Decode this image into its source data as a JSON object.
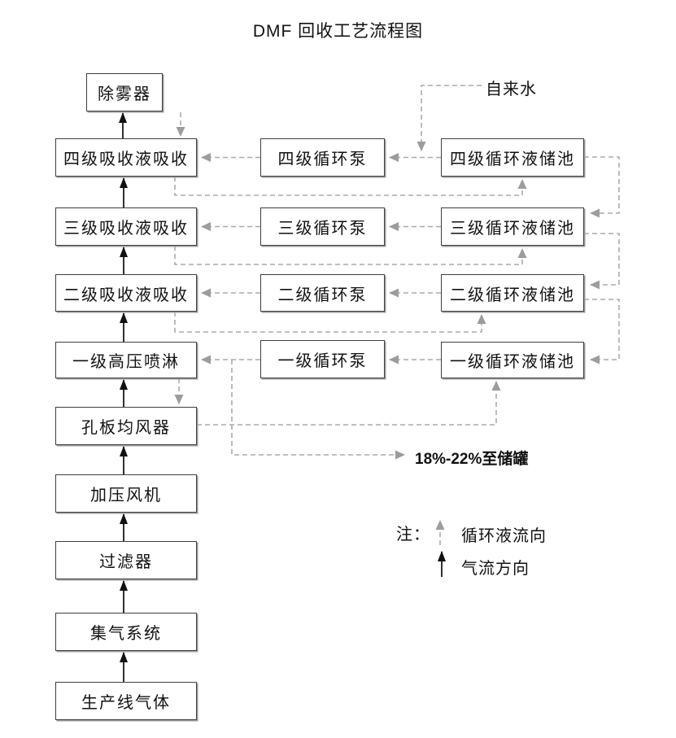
{
  "title": "DMF 回收工艺流程图",
  "nodes": {
    "main": [
      {
        "id": "demister",
        "label": "除雾器"
      },
      {
        "id": "absorber4",
        "label": "四级吸收液吸收"
      },
      {
        "id": "absorber3",
        "label": "三级吸收液吸收"
      },
      {
        "id": "absorber2",
        "label": "二级吸收液吸收"
      },
      {
        "id": "spray1",
        "label": "一级高压喷淋"
      },
      {
        "id": "orifice",
        "label": "孔板均风器"
      },
      {
        "id": "fan",
        "label": "加压风机"
      },
      {
        "id": "filter",
        "label": "过滤器"
      },
      {
        "id": "gas-collect",
        "label": "集气系统"
      },
      {
        "id": "prod-gas",
        "label": "生产线气体"
      }
    ],
    "pumps": [
      {
        "id": "pump4",
        "label": "四级循环泵"
      },
      {
        "id": "pump3",
        "label": "三级循环泵"
      },
      {
        "id": "pump2",
        "label": "二级循环泵"
      },
      {
        "id": "pump1",
        "label": "一级循环泵"
      }
    ],
    "pools": [
      {
        "id": "pool4",
        "label": "四级循环液储池"
      },
      {
        "id": "pool3",
        "label": "三级循环液储池"
      },
      {
        "id": "pool2",
        "label": "二级循环液储池"
      },
      {
        "id": "pool1",
        "label": "一级循环液储池"
      }
    ]
  },
  "annotations": {
    "tap_water": "自来水",
    "to_tank": "18%-22%至储罐"
  },
  "legend": {
    "note": "注：",
    "liquid_flow": "循环液流向",
    "gas_flow": "气流方向"
  },
  "colors": {
    "gas_line": "#1a1a1a",
    "liquid_line": "#acacac",
    "liquid_arrowhead": "#9c9c9c",
    "box_border": "#3f3f3f",
    "text": "#111111"
  },
  "edges": {
    "gas": [
      "生产线气体→集气系统",
      "集气系统→过滤器",
      "过滤器→加压风机",
      "加压风机→孔板均风器",
      "孔板均风器→一级高压喷淋",
      "一级高压喷淋→二级吸收液吸收",
      "二级吸收液吸收→三级吸收液吸收",
      "三级吸收液吸收→四级吸收液吸收",
      "四级吸收液吸收→除雾器"
    ],
    "liquid": [
      "自来水→四级循环液管线",
      "自来水→四级吸收液吸收",
      "四级循环液储池→四级循环泵",
      "四级循环泵→四级吸收液吸收",
      "四级吸收液吸收→四级循环液储池",
      "四级循环液储池→三级循环液储池",
      "三级循环液储池→三级循环泵",
      "三级循环泵→三级吸收液吸收",
      "三级吸收液吸收→三级循环液储池",
      "三级循环液储池→二级循环液储池",
      "二级循环液储池→二级循环泵",
      "二级循环泵→二级吸收液吸收",
      "二级吸收液吸收→二级循环液储池",
      "二级循环液储池→一级循环液储池",
      "一级循环液储池→一级循环泵",
      "一级循环泵→一级高压喷淋",
      "一级高压喷淋→孔板均风器",
      "孔板均风器→一级循环液储池",
      "一级循环液管线→18%-22%至储罐"
    ]
  }
}
